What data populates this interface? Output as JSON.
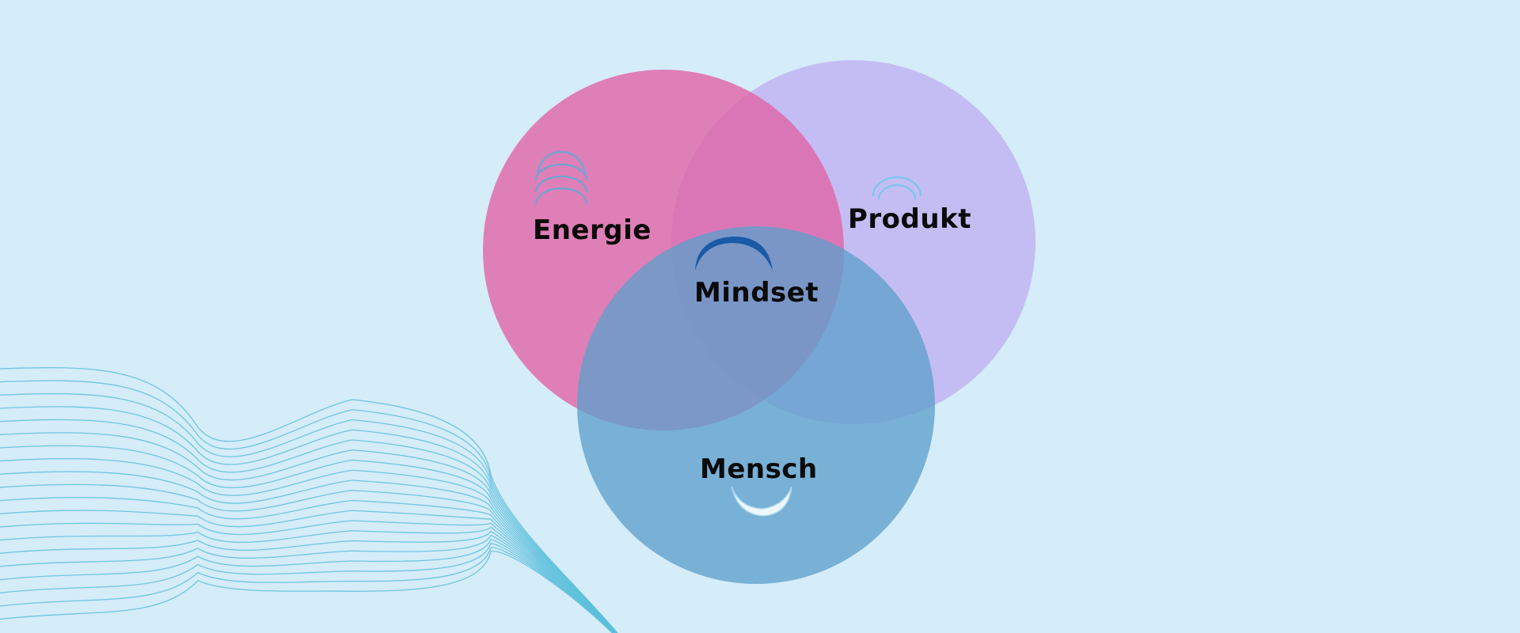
{
  "colors": {
    "background": "#d5ecf9",
    "energie": "#e066a8",
    "produkt": "#c2b8f2",
    "mensch": "#5f9fcb",
    "wave_lines": "#5cc0dc",
    "arc_light": "#7cc6ec",
    "arc_dark": "#1a5aa6",
    "arc_energie": "#6ba7d2",
    "text": "#0a0a0a"
  },
  "diagram": {
    "energie": {
      "label": "Energie",
      "icon": "arc-stack-icon"
    },
    "produkt": {
      "label": "Produkt",
      "icon": "arc-stack-icon"
    },
    "mensch": {
      "label": "Mensch",
      "icon": "smile-arc-icon"
    },
    "center": {
      "label": "Mindset",
      "icon": "arch-icon"
    }
  },
  "decoration": {
    "wave_pattern": "contour-lines-icon"
  }
}
